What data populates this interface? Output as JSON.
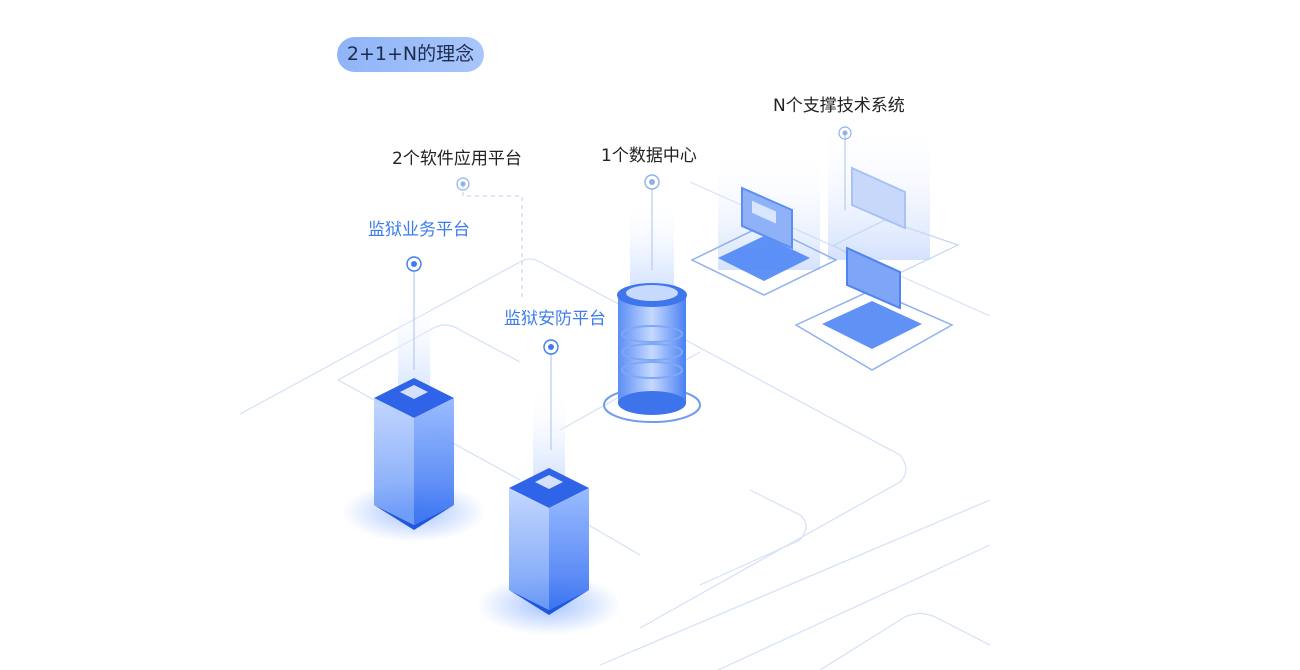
{
  "badge": {
    "text": "2+1+N的理念"
  },
  "labels": {
    "software": "2个软件应用平台",
    "data_center": "1个数据中心",
    "support": "N个支撑技术系统",
    "prison_business": "监狱业务平台",
    "prison_security": "监狱安防平台"
  },
  "colors": {
    "accent": "#3d7cf0",
    "badge": "#a9c6fb",
    "line": "#c9d8f2"
  },
  "icons": [
    "target-icon",
    "server-tower",
    "database-cylinder",
    "monitor-panel"
  ]
}
